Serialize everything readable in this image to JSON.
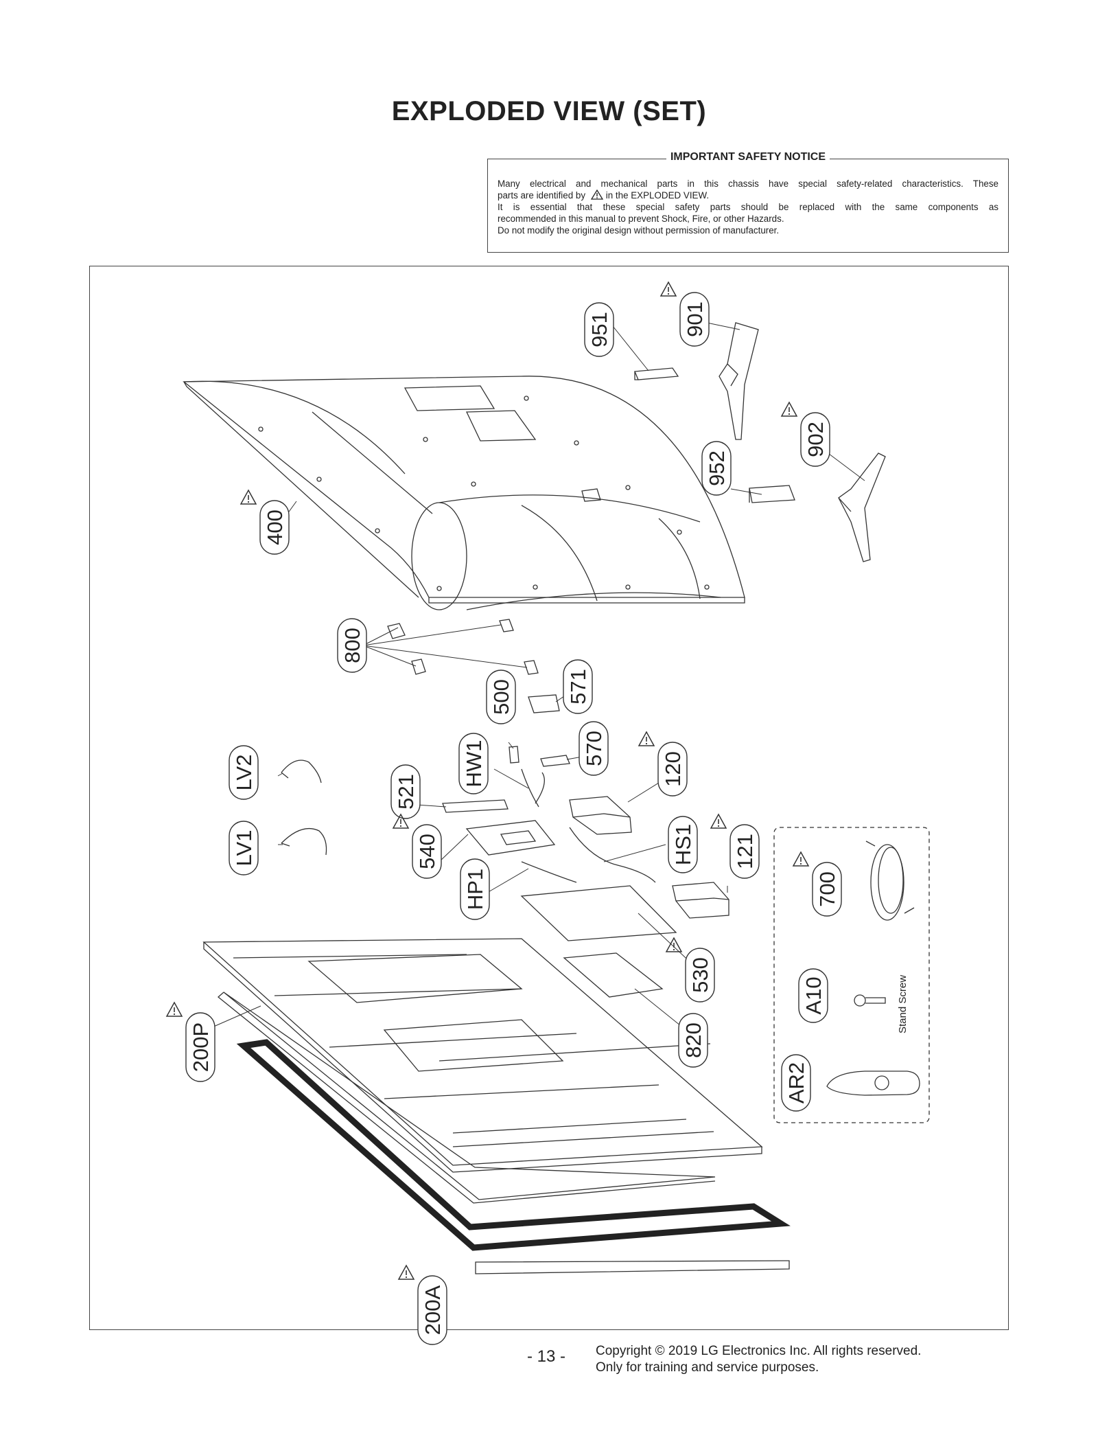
{
  "page": {
    "title": "EXPLODED VIEW (SET)"
  },
  "notice": {
    "heading": "IMPORTANT SAFETY NOTICE",
    "line1": "Many electrical and mechanical parts in this chassis have special safety-related characteristics. These",
    "line2a": "parts are identified by",
    "line2b": "in the EXPLODED VIEW.",
    "line3": "It is essential that these special safety parts should be replaced with the same components as",
    "line4": "recommended in this manual to prevent Shock, Fire, or other Hazards.",
    "line5": "Do not modify the original design without permission of manufacturer."
  },
  "labels": {
    "p951": "951",
    "p901": "901",
    "p902": "902",
    "p952": "952",
    "p400": "400",
    "p800": "800",
    "p500": "500",
    "p571": "571",
    "p570": "570",
    "pHW1": "HW1",
    "p521": "521",
    "p120": "120",
    "pLV2": "LV2",
    "pLV1": "LV1",
    "p540": "540",
    "pHS1": "HS1",
    "p121": "121",
    "pHP1": "HP1",
    "p700": "700",
    "p530": "530",
    "pA10": "A10",
    "p820": "820",
    "p200P": "200P",
    "pAR2": "AR2",
    "p200A": "200A",
    "stand_screw": "Stand Screw"
  },
  "footer": {
    "page_number": "- 13 -",
    "copyright": "Copyright © 2019 LG Electronics Inc. All rights reserved.",
    "purpose": "Only for training and service purposes."
  },
  "colors": {
    "line": "#333333",
    "background": "#ffffff"
  }
}
